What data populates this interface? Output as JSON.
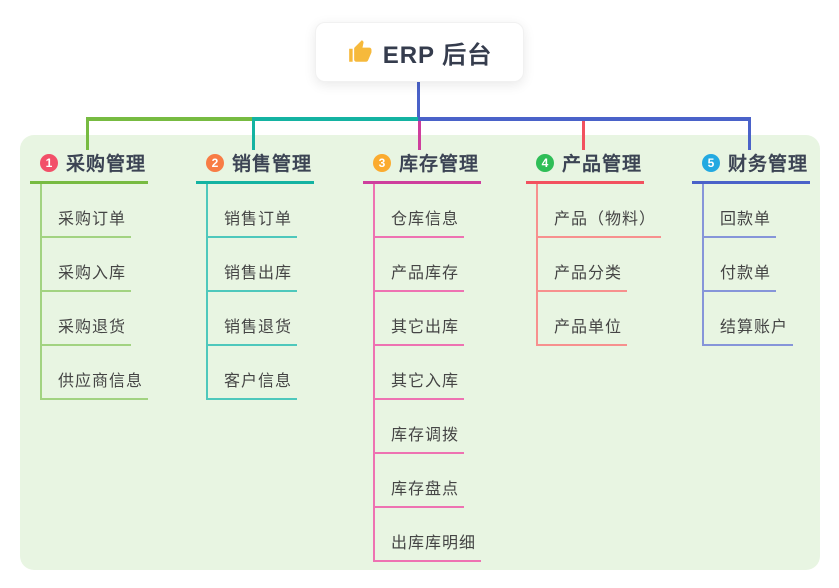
{
  "root": {
    "label": "ERP 后台",
    "icon": "thumbs-up-icon",
    "icon_color": "#f6b93b",
    "line_color": "#4a62c9"
  },
  "panel_color": "#e8f5e2",
  "branches": [
    {
      "badge": "1",
      "label": "采购管理",
      "badge_color": "#f25069",
      "line_color": "#77bb41",
      "child_line_color": "#a2d381",
      "children": [
        "采购订单",
        "采购入库",
        "采购退货",
        "供应商信息"
      ]
    },
    {
      "badge": "2",
      "label": "销售管理",
      "badge_color": "#f87c45",
      "line_color": "#14b3a2",
      "child_line_color": "#4ec8bc",
      "children": [
        "销售订单",
        "销售出库",
        "销售退货",
        "客户信息"
      ]
    },
    {
      "badge": "3",
      "label": "库存管理",
      "badge_color": "#fbab2f",
      "line_color": "#ce3e9d",
      "child_line_color": "#ee72b2",
      "children": [
        "仓库信息",
        "产品库存",
        "其它出库",
        "其它入库",
        "库存调拨",
        "库存盘点",
        "出库库明细"
      ]
    },
    {
      "badge": "4",
      "label": "产品管理",
      "badge_color": "#2fbe57",
      "line_color": "#f2515f",
      "child_line_color": "#f7908e",
      "children": [
        "产品（物料）",
        "产品分类",
        "产品单位"
      ]
    },
    {
      "badge": "5",
      "label": "财务管理",
      "badge_color": "#23a9e1",
      "line_color": "#4a62c9",
      "child_line_color": "#8695d9",
      "children": [
        "回款单",
        "付款单",
        "结算账户"
      ]
    }
  ]
}
